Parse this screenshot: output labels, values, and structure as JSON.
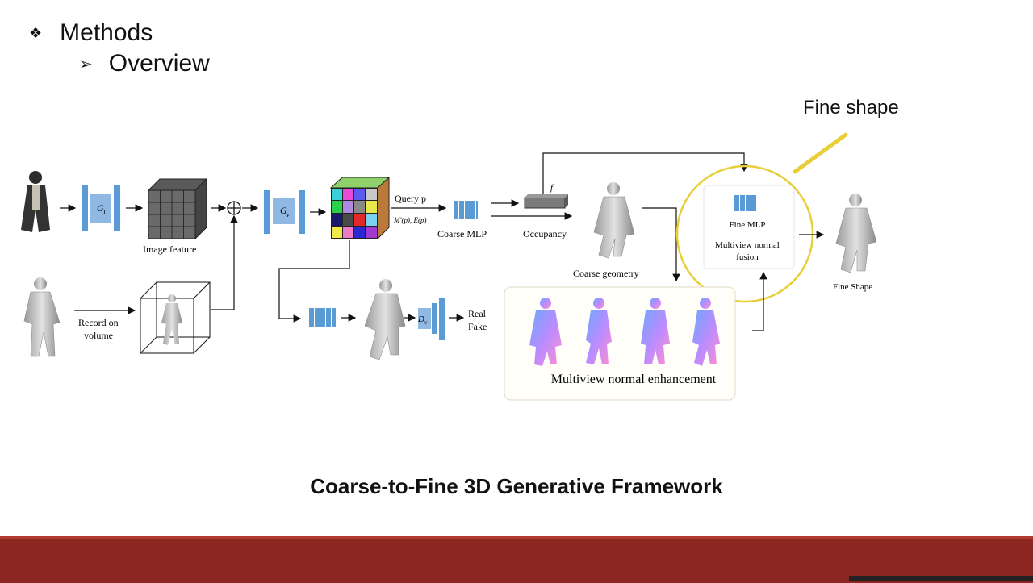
{
  "slide": {
    "bullet1_glyph": "❖",
    "bullet1": "Methods",
    "bullet2_glyph": "➢",
    "bullet2": "Overview",
    "annotation": "Fine shape",
    "caption": "Coarse-to-Fine 3D Generative Framework"
  },
  "diagram": {
    "gi": "G",
    "gi_sub": "I",
    "gv": "G",
    "gv_sub": "v",
    "dv": "D",
    "dv_sub": "v",
    "image_feature": "Image feature",
    "record_on": "Record on",
    "volume": "volume",
    "query": "Query p",
    "query_sub": "M′(p), E(p)",
    "coarse_mlp": "Coarse MLP",
    "f": "f",
    "occupancy": "Occupancy",
    "coarse_geometry": "Coarse geometry",
    "fine_mlp": "Fine MLP",
    "fusion1": "Multiview normal",
    "fusion2": "fusion",
    "fine_shape": "Fine Shape",
    "real": "Real",
    "fake": "Fake",
    "mv_enhance": "Multiview normal enhancement"
  },
  "colors": {
    "footer": "#8c2620",
    "network_blue": "#5b9bd5",
    "highlight_circle": "#e8cf3a"
  }
}
